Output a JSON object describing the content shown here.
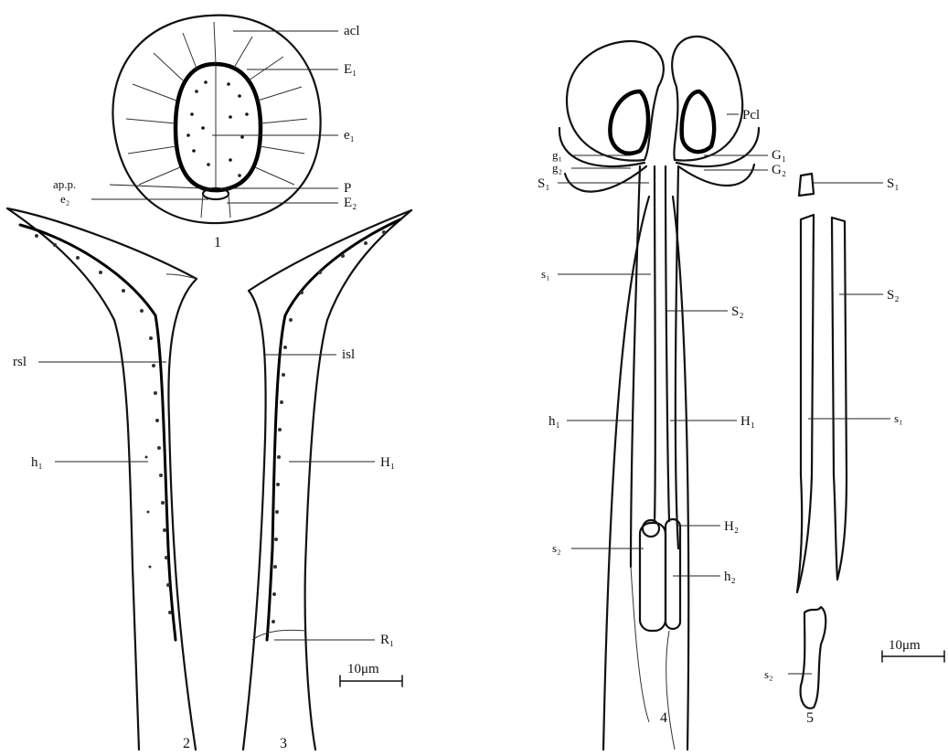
{
  "figures": {
    "fig1": {
      "number": "1"
    },
    "fig2": {
      "number": "2"
    },
    "fig3": {
      "number": "3"
    },
    "fig4": {
      "number": "4"
    },
    "fig5": {
      "number": "5"
    }
  },
  "labels": {
    "acl": "acl",
    "E1": "E₁",
    "e1": "e₁",
    "app": "ap.p.",
    "P": "P",
    "e2": "e₂",
    "E2": "E₂",
    "rsl": "rsl",
    "isl": "isl",
    "h1_left": "h₁",
    "H1_fig3": "H₁",
    "R1": "R₁",
    "Pcl": "Pcl",
    "g1": "g₁",
    "g2": "g₂",
    "G1": "G₁",
    "G2": "G₂",
    "S1_fig4": "S₁",
    "s1_fig4": "s₁",
    "S2_fig4": "S₂",
    "h1_fig4": "h₁",
    "H1_fig4": "H₁",
    "H2": "H₂",
    "s2_fig4": "s₂",
    "h2": "h₂",
    "S1_fig5": "S₁",
    "S2_fig5": "S₂",
    "s1_fig5": "s₁",
    "s2_fig5": "s₂"
  },
  "scale_bars": [
    {
      "text": "10μm"
    },
    {
      "text": "10μm"
    }
  ]
}
